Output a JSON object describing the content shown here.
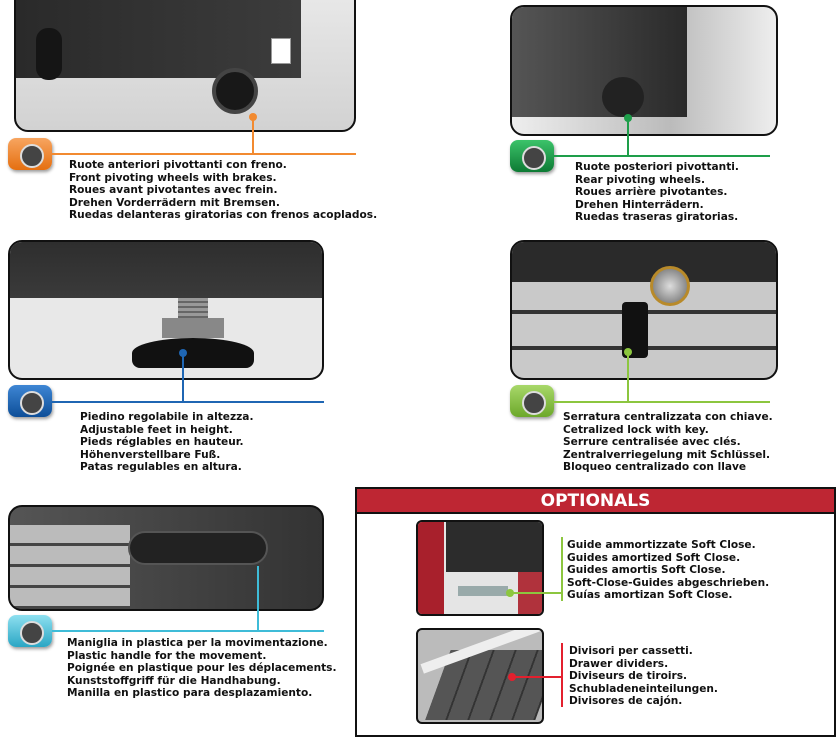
{
  "features": [
    {
      "id": "front-wheels",
      "color": "#f28a30",
      "lines": [
        "Ruote anteriori pivottanti con freno.",
        "Front pivoting wheels with brakes.",
        "Roues avant pivotantes avec frein.",
        "Drehen Vorderrädern mit Bremsen.",
        "Ruedas delanteras giratorias con frenos acoplados."
      ]
    },
    {
      "id": "rear-wheels",
      "color": "#1e9e4a",
      "lines": [
        "Ruote posteriori pivottanti.",
        "Rear pivoting wheels.",
        "Roues arrière pivotantes.",
        "Drehen Hinterrädern.",
        "Ruedas traseras giratorias."
      ]
    },
    {
      "id": "adjustable-feet",
      "color": "#1f66b3",
      "lines": [
        "Piedino regolabile in altezza.",
        "Adjustable feet in height.",
        "Pieds réglables en hauteur.",
        "Höhenverstellbare Fuß.",
        "Patas regulables en altura."
      ]
    },
    {
      "id": "central-lock",
      "color": "#8cc63f",
      "lines": [
        "Serratura  centralizzata con chiave.",
        "Cetralized  lock with key.",
        "Serrure centralisée avec clés.",
        "Zentralverriegelung mit Schlüssel.",
        "Bloqueo centralizado con llave"
      ]
    },
    {
      "id": "plastic-handle",
      "color": "#3fbcd8",
      "lines": [
        "Maniglia in plastica per la movimentazione.",
        "Plastic handle for the movement.",
        "Poignée en plastique pour les déplacements.",
        "Kunststoffgriff für die Handhabung.",
        "Manilla en plastico para desplazamiento."
      ]
    }
  ],
  "optionals": {
    "title": "OPTIONALS",
    "header_color": "#be2633",
    "items": [
      {
        "id": "soft-close",
        "color": "#8cc63f",
        "lines": [
          "Guide ammortizzate Soft Close.",
          "Guides amortized Soft Close.",
          "Guides amortis Soft Close.",
          "Soft-Close-Guides abgeschrieben.",
          "Guías amortizan Soft Close."
        ]
      },
      {
        "id": "dividers",
        "color": "#e3202e",
        "lines": [
          "Divisori per cassetti.",
          "Drawer dividers.",
          "Diviseurs de tiroirs.",
          "Schubladeneinteilungen.",
          "Divisores de cajón."
        ]
      }
    ]
  }
}
